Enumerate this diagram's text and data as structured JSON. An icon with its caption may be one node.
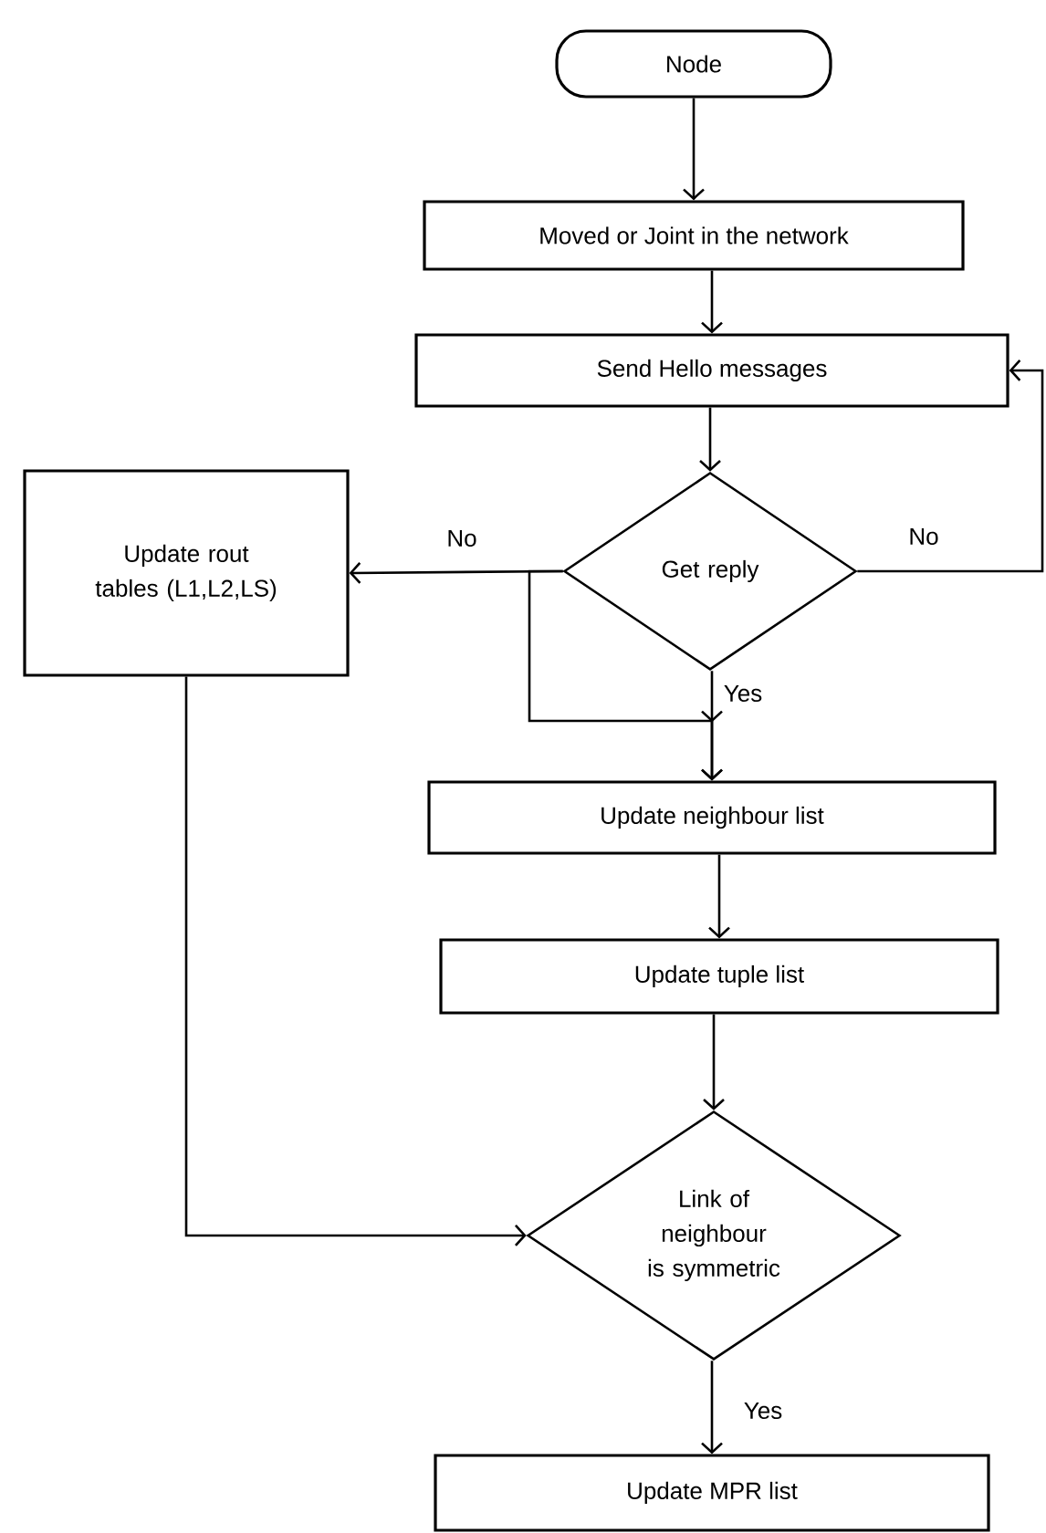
{
  "diagram": {
    "nodes": [
      {
        "text": [
          "Node"
        ]
      },
      {
        "text": [
          "Moved or Joint in the network"
        ]
      },
      {
        "text": [
          "Send Hello messages"
        ]
      },
      {
        "text": [
          "Get reply"
        ]
      },
      {
        "text": [
          "Update rout tables (L1,L2,LS)"
        ]
      },
      {
        "text": [
          "Update neighbour list"
        ]
      },
      {
        "text": [
          "Update tuple list"
        ]
      },
      {
        "text": [
          "Link of neighbour is symmetric"
        ]
      },
      {
        "text": [
          "Update MPR list"
        ]
      }
    ],
    "edges": [
      {
        "from": 0,
        "to": 1,
        "arrow": "to"
      },
      {
        "from": 1,
        "to": 2,
        "arrow": "to"
      },
      {
        "from": 2,
        "to": 3,
        "arrow": "to"
      },
      {
        "from": 3,
        "to": 4,
        "arrow": "to",
        "label": "No"
      },
      {
        "from": 3,
        "to": 5,
        "arrow": "to",
        "label": "Yes"
      },
      {
        "from": 3,
        "to": 5,
        "arrow": "to"
      },
      {
        "from": 3,
        "to": 2,
        "arrow": "to",
        "label": "No"
      },
      {
        "from": 5,
        "to": 6,
        "arrow": "to"
      },
      {
        "from": 6,
        "to": 7,
        "arrow": "to"
      },
      {
        "from": 4,
        "to": 7,
        "arrow": "to"
      },
      {
        "from": 7,
        "to": 8,
        "arrow": "to",
        "label": "Yes"
      }
    ]
  }
}
